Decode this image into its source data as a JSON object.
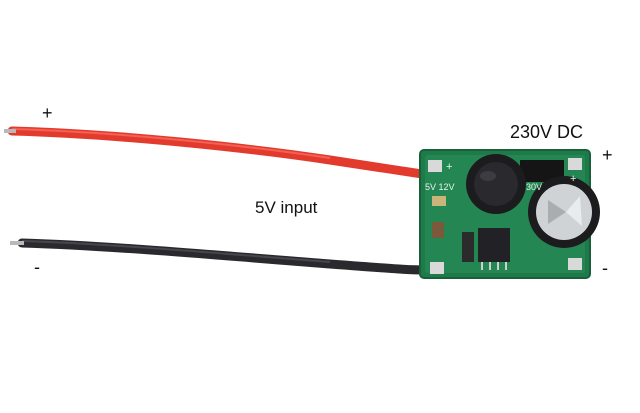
{
  "annotations": {
    "positive_left": "+",
    "negative_left": "-",
    "input_label": "5V input",
    "output_label": "230V DC",
    "positive_right": "+",
    "negative_right": "-"
  },
  "board": {
    "silkscreen_plus_left": "+",
    "silkscreen_plus_right": "+",
    "silkscreen_voltage": "5V 12V",
    "silkscreen_out": "30V"
  },
  "colors": {
    "red_wire": "#e23b2e",
    "black_wire": "#2a2a2e",
    "pcb": "#1f7a4a",
    "capacitor": "#1c1c1e"
  }
}
